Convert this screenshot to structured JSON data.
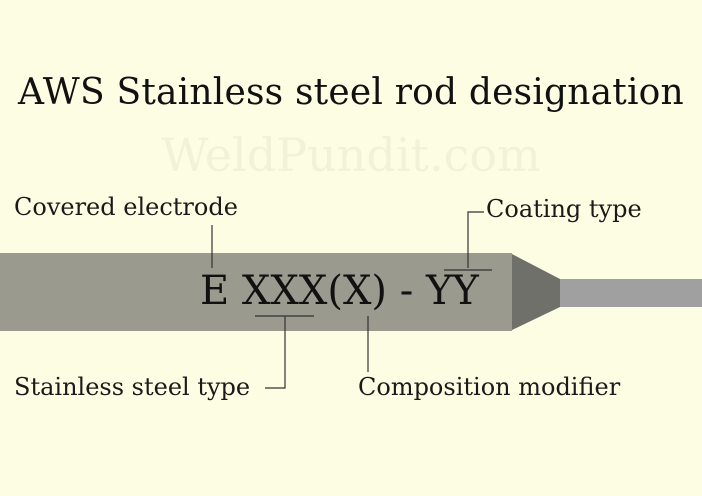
{
  "title": "AWS Stainless steel rod designation",
  "watermark": "WeldPundit.com",
  "designation": "E XXX(X) - YY",
  "labels": {
    "covered_electrode": "Covered electrode",
    "coating_type": "Coating type",
    "stainless_steel_type": "Stainless steel type",
    "composition_modifier": "Composition modifier"
  },
  "colors": {
    "background": "#fdfde4",
    "rod_body": "#9a9a8e",
    "rod_taper": "#6f706a",
    "rod_core": "#a0a0a0",
    "leader_line": "#333333"
  }
}
